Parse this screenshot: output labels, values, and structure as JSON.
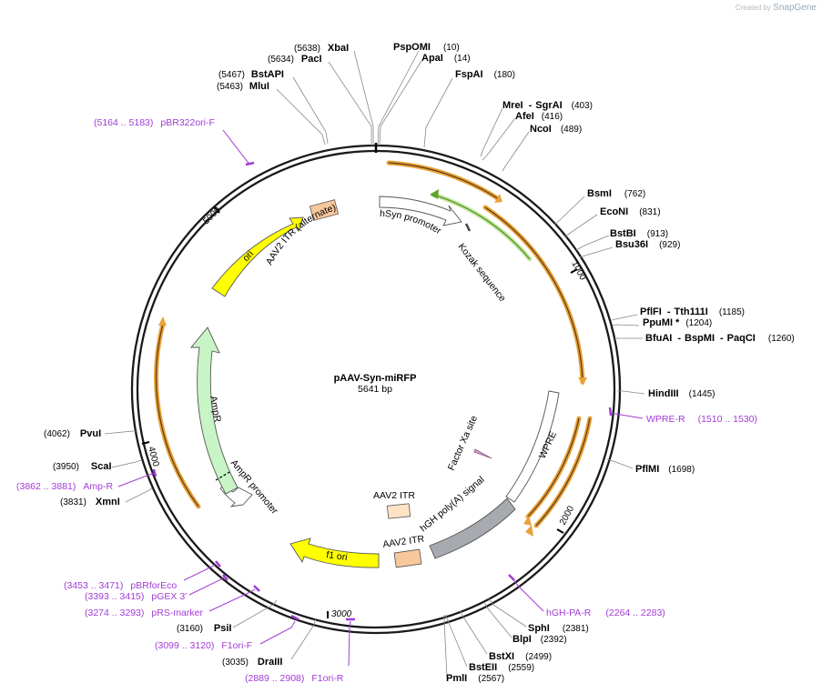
{
  "watermark": {
    "prefix": "Created by",
    "brand": "SnapGene"
  },
  "plasmid": {
    "name": "pAAV-Syn-miRFP",
    "length_label": "5641 bp",
    "length": 5641
  },
  "ticks": [
    {
      "label": "1000",
      "pos": 1000
    },
    {
      "label": "2000",
      "pos": 2000
    },
    {
      "label": "3000",
      "pos": 3000
    },
    {
      "label": "4000",
      "pos": 4000
    },
    {
      "label": "5000",
      "pos": 5000
    }
  ],
  "sites": [
    {
      "key": "xbai",
      "names": [
        "XbaI"
      ],
      "pos_label": "(5638)",
      "pos": 5638
    },
    {
      "key": "paci",
      "names": [
        "PacI"
      ],
      "pos_label": "(5634)",
      "pos": 5634
    },
    {
      "key": "bstapi",
      "names": [
        "BstAPI"
      ],
      "pos_label": "(5467)",
      "pos": 5467
    },
    {
      "key": "mlui",
      "names": [
        "MluI"
      ],
      "pos_label": "(5463)",
      "pos": 5463
    },
    {
      "key": "pspomi",
      "names": [
        "PspOMI"
      ],
      "pos_label": "(10)",
      "pos": 10
    },
    {
      "key": "apai",
      "names": [
        "ApaI"
      ],
      "pos_label": "(14)",
      "pos": 14
    },
    {
      "key": "fspai",
      "names": [
        "FspAI"
      ],
      "pos_label": "(180)",
      "pos": 180
    },
    {
      "key": "mrei",
      "names": [
        "MreI",
        "SgrAI"
      ],
      "pos_label": "(403)",
      "pos": 403
    },
    {
      "key": "afei",
      "names": [
        "AfeI"
      ],
      "pos_label": "(416)",
      "pos": 416
    },
    {
      "key": "ncoi",
      "names": [
        "NcoI"
      ],
      "pos_label": "(489)",
      "pos": 489
    },
    {
      "key": "bsmi",
      "names": [
        "BsmI"
      ],
      "pos_label": "(762)",
      "pos": 762
    },
    {
      "key": "econi",
      "names": [
        "EcoNI"
      ],
      "pos_label": "(831)",
      "pos": 831
    },
    {
      "key": "bstbi",
      "names": [
        "BstBI"
      ],
      "pos_label": "(913)",
      "pos": 913
    },
    {
      "key": "bsu36i",
      "names": [
        "Bsu36I"
      ],
      "pos_label": "(929)",
      "pos": 929
    },
    {
      "key": "pflfi",
      "names": [
        "PflFI",
        "Tth111I"
      ],
      "pos_label": "(1185)",
      "pos": 1185
    },
    {
      "key": "ppumi",
      "names": [
        "PpuMI *"
      ],
      "pos_label": "(1204)",
      "pos": 1204
    },
    {
      "key": "bfuai",
      "names": [
        "BfuAI",
        "BspMI",
        "PaqCI"
      ],
      "pos_label": "(1260)",
      "pos": 1260
    },
    {
      "key": "hindiii",
      "names": [
        "HindIII"
      ],
      "pos_label": "(1445)",
      "pos": 1445
    },
    {
      "key": "pflmi",
      "names": [
        "PflMI"
      ],
      "pos_label": "(1698)",
      "pos": 1698
    },
    {
      "key": "sphi",
      "names": [
        "SphI"
      ],
      "pos_label": "(2381)",
      "pos": 2381
    },
    {
      "key": "blpi",
      "names": [
        "BlpI"
      ],
      "pos_label": "(2392)",
      "pos": 2392
    },
    {
      "key": "bstxi",
      "names": [
        "BstXI"
      ],
      "pos_label": "(2499)",
      "pos": 2499
    },
    {
      "key": "bsteii",
      "names": [
        "BstEII"
      ],
      "pos_label": "(2559)",
      "pos": 2559
    },
    {
      "key": "pmli",
      "names": [
        "PmlI"
      ],
      "pos_label": "(2567)",
      "pos": 2567
    },
    {
      "key": "psii",
      "names": [
        "PsiI"
      ],
      "pos_label": "(3160)",
      "pos": 3160
    },
    {
      "key": "draiii",
      "names": [
        "DraIII"
      ],
      "pos_label": "(3035)",
      "pos": 3035
    },
    {
      "key": "pvui",
      "names": [
        "PvuI"
      ],
      "pos_label": "(4062)",
      "pos": 4062
    },
    {
      "key": "scai",
      "names": [
        "ScaI"
      ],
      "pos_label": "(3950)",
      "pos": 3950
    },
    {
      "key": "xmni",
      "names": [
        "XmnI"
      ],
      "pos_label": "(3831)",
      "pos": 3831
    }
  ],
  "primers": [
    {
      "key": "pbr322ori-f",
      "name": "pBR322ori-F",
      "range": "(5164 .. 5183)"
    },
    {
      "key": "wpre-r",
      "name": "WPRE-R",
      "range": "(1510 .. 1530)"
    },
    {
      "key": "hgh-pa-r",
      "name": "hGH-PA-R",
      "range": "(2264 .. 2283)"
    },
    {
      "key": "amp-r",
      "name": "Amp-R",
      "range": "(3862 .. 3881)"
    },
    {
      "key": "pbrforeco",
      "name": "pBRforEco",
      "range": "(3453 .. 3471)"
    },
    {
      "key": "pgex3",
      "name": "pGEX 3'",
      "range": "(3393 .. 3415)"
    },
    {
      "key": "prs-marker",
      "name": "pRS-marker",
      "range": "(3274 .. 3293)"
    },
    {
      "key": "f1ori-f",
      "name": "F1ori-F",
      "range": "(3099 .. 3120)"
    },
    {
      "key": "f1ori-r",
      "name": "F1ori-R",
      "range": "(2889 .. 2908)"
    }
  ],
  "features": [
    {
      "key": "aav2-itr-alt",
      "label": "AAV2 ITR (alternate)",
      "color": "#f8c79c"
    },
    {
      "key": "hsyn-promoter",
      "label": "hSyn promoter",
      "color": "#ffffff"
    },
    {
      "key": "kozak",
      "label": "Kozak sequence",
      "color": "#888888"
    },
    {
      "key": "wpre",
      "label": "WPRE",
      "color": "#ffffff"
    },
    {
      "key": "factor-xa",
      "label": "Factor Xa site",
      "color": "#d4a5c8"
    },
    {
      "key": "hgh-polya",
      "label": "hGH poly(A) signal",
      "color": "#a7abb0"
    },
    {
      "key": "aav2-itr-1",
      "label": "AAV2 ITR",
      "color": "#fde2c6"
    },
    {
      "key": "aav2-itr-2",
      "label": "AAV2 ITR",
      "color": "#f8c79c"
    },
    {
      "key": "f1-ori",
      "label": "f1 ori",
      "color": "#ffff00"
    },
    {
      "key": "ampr-promoter",
      "label": "AmpR promoter",
      "color": "#ffffff"
    },
    {
      "key": "ampr",
      "label": "AmpR",
      "color": "#c8f5c6"
    },
    {
      "key": "ori",
      "label": "ori",
      "color": "#ffff00"
    }
  ],
  "colors": {
    "orf": "#e8a23a",
    "primer": "#a23bd6",
    "green_orf": "#5ea42c"
  }
}
